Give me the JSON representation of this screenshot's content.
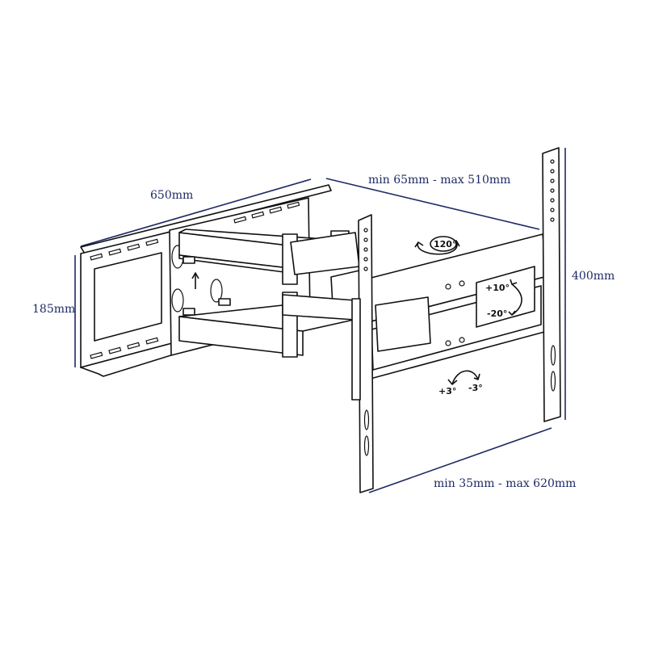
{
  "dimensions": {
    "width_label": "650mm",
    "depth_label": "185mm",
    "arm_extension_label": "min 65mm - max 510mm",
    "plate_height_label": "400mm",
    "plate_width_label": "min 35mm - max 620mm"
  },
  "adjustments": {
    "swivel_label": "120°",
    "rotation_up_label": "+10°",
    "rotation_down_label": "-20°",
    "tilt_up_label": "+3°",
    "tilt_down_label": "-3°"
  },
  "colors": {
    "dimension_text": "#1f2a66",
    "dimension_line": "#1f2a66",
    "drawing_line": "#111111",
    "background": "#ffffff"
  }
}
